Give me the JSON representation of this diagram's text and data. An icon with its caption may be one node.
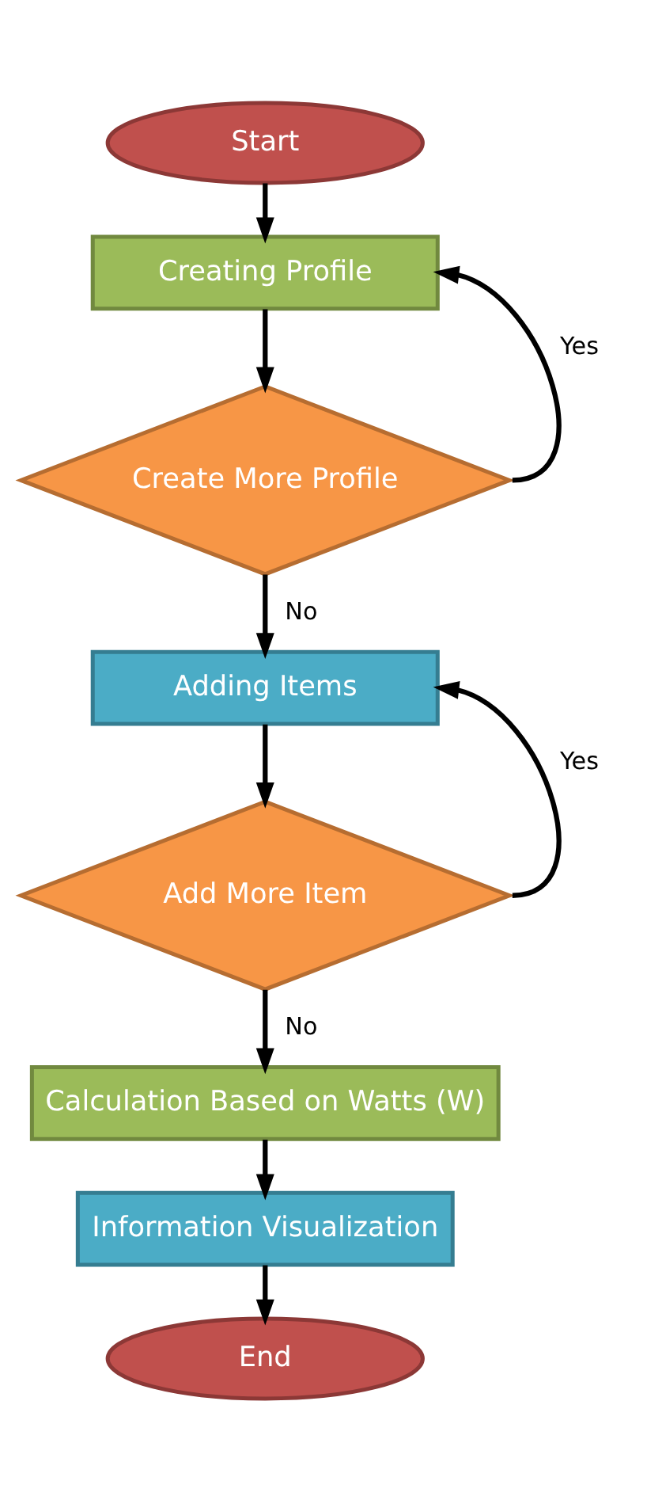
{
  "diagram": {
    "nodes": [
      {
        "text": [
          "Start"
        ]
      },
      {
        "text": [
          "Creating Profile"
        ]
      },
      {
        "text": [
          "Create More Profile"
        ]
      },
      {
        "text": [
          "Adding Items"
        ]
      },
      {
        "text": [
          "Add More Item"
        ]
      },
      {
        "text": [
          "Calculation Based on Watts (W)"
        ]
      },
      {
        "text": [
          "Information Visualization"
        ]
      },
      {
        "text": [
          "End"
        ]
      }
    ],
    "edges": [
      {
        "from": 0,
        "to": 1,
        "arrow": "to"
      },
      {
        "from": 1,
        "to": 2,
        "arrow": "to"
      },
      {
        "from": 2,
        "to": 1,
        "arrow": "to",
        "label": "Yes"
      },
      {
        "from": 2,
        "to": 3,
        "arrow": "to",
        "label": "No"
      },
      {
        "from": 3,
        "to": 4,
        "arrow": "to"
      },
      {
        "from": 4,
        "to": 3,
        "arrow": "to",
        "label": "Yes"
      },
      {
        "from": 4,
        "to": 5,
        "arrow": "to",
        "label": "No"
      },
      {
        "from": 5,
        "to": 6,
        "arrow": "to"
      },
      {
        "from": 6,
        "to": 7,
        "arrow": "to"
      }
    ]
  }
}
